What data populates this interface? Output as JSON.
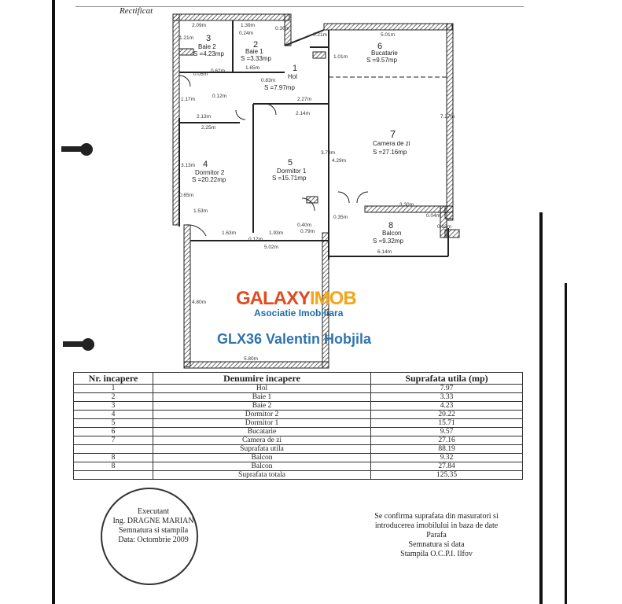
{
  "header": {
    "handwritten_note": "Rectificat"
  },
  "rooms": [
    {
      "num": "1",
      "name": "Hol",
      "area": "S =7.97mp"
    },
    {
      "num": "2",
      "name": "Baie 1",
      "area": "S =3.33mp"
    },
    {
      "num": "3",
      "name": "Baie 2",
      "area": "S =4.23mp"
    },
    {
      "num": "4",
      "name": "Dormitor 2",
      "area": "S =20.22mp"
    },
    {
      "num": "5",
      "name": "Dormitor 1",
      "area": "S =15.71mp"
    },
    {
      "num": "6",
      "name": "Bucatarie",
      "area": "S =9.57mp"
    },
    {
      "num": "7",
      "name": "Camera de zi",
      "area": "S =27.16mp"
    },
    {
      "num": "8",
      "name": "Balcon",
      "area": "S =9.32mp"
    }
  ],
  "dimensions": [
    "2.09m",
    "1.39m",
    "0.24m",
    "0.36m",
    "0.21m",
    "5.01m",
    "1.21m",
    "1.65m",
    "0.62m",
    "1.17m",
    "0.12m",
    "0.05m",
    "0.83m",
    "2.27m",
    "2.14m",
    "2.13m",
    "2.25m",
    "3.13m",
    "0.65m",
    "1.53m",
    "1.63m",
    "1.93m",
    "0.12m",
    "5.02m",
    "4.80m",
    "5.80m",
    "3.30m",
    "0.35m",
    "0.40m",
    "0.79m",
    "0.04m",
    "0.62m",
    "6.14m",
    "3.73m",
    "4.29m",
    "7.27m",
    "1.01m"
  ],
  "watermark": {
    "brand_part1": "GALAXY",
    "brand_part2": "IMOB",
    "subtitle": "Asociatie Imobiliara",
    "agent": "GLX36 Valentin Hobjila"
  },
  "table": {
    "headers": [
      "Nr. incapere",
      "Denumire incapere",
      "Suprafata utila (mp)"
    ],
    "rows": [
      [
        "1",
        "Hol",
        "7.97"
      ],
      [
        "2",
        "Baie 1",
        "3.33"
      ],
      [
        "3",
        "Baie 2",
        "4.23"
      ],
      [
        "4",
        "Dormitor 2",
        "20.22"
      ],
      [
        "5",
        "Dormitor 1",
        "15.71"
      ],
      [
        "6",
        "Bucatarie",
        "9.57"
      ],
      [
        "7",
        "Camera de zi",
        "27.16"
      ],
      [
        "",
        "Suprafata utila",
        "88.19"
      ],
      [
        "8",
        "Balcon",
        "9.32"
      ],
      [
        "8",
        "Balcon",
        "27.84"
      ],
      [
        "",
        "Suprafata totala",
        "125.35"
      ]
    ]
  },
  "executant": {
    "line1": "Executant",
    "line2": "Ing. DRAGNE MARIAN",
    "line3": "Semnatura si stampila",
    "line4": "Data: Octombrie 2009"
  },
  "confirm": {
    "line1": "Se confirma suprafata din masuratori si",
    "line2": "introducerea imobilului in baza de date",
    "line3": "Parafa",
    "line4": "Semnatura si data",
    "line5": "Stampila O.C.P.I. Ilfov"
  }
}
